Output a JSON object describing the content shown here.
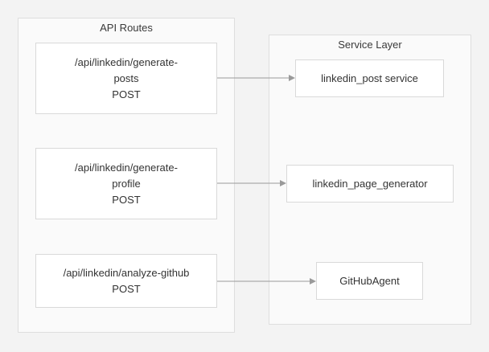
{
  "groups": {
    "api_routes": {
      "title": "API Routes"
    },
    "service_layer": {
      "title": "Service Layer"
    }
  },
  "routes": [
    {
      "line1": "/api/linkedin/generate-",
      "line2": "posts",
      "method": "POST"
    },
    {
      "line1": "/api/linkedin/generate-",
      "line2": "profile",
      "method": "POST"
    },
    {
      "line1": "/api/linkedin/analyze-github",
      "method": "POST"
    }
  ],
  "services": [
    {
      "label": "linkedin_post service"
    },
    {
      "label": "linkedin_page_generator"
    },
    {
      "label": "GitHubAgent"
    }
  ],
  "colors": {
    "background": "#f3f3f3",
    "group_fill": "#fafafa",
    "node_fill": "#ffffff",
    "border": "#d9d9d9",
    "edge": "#9a9a9a"
  }
}
